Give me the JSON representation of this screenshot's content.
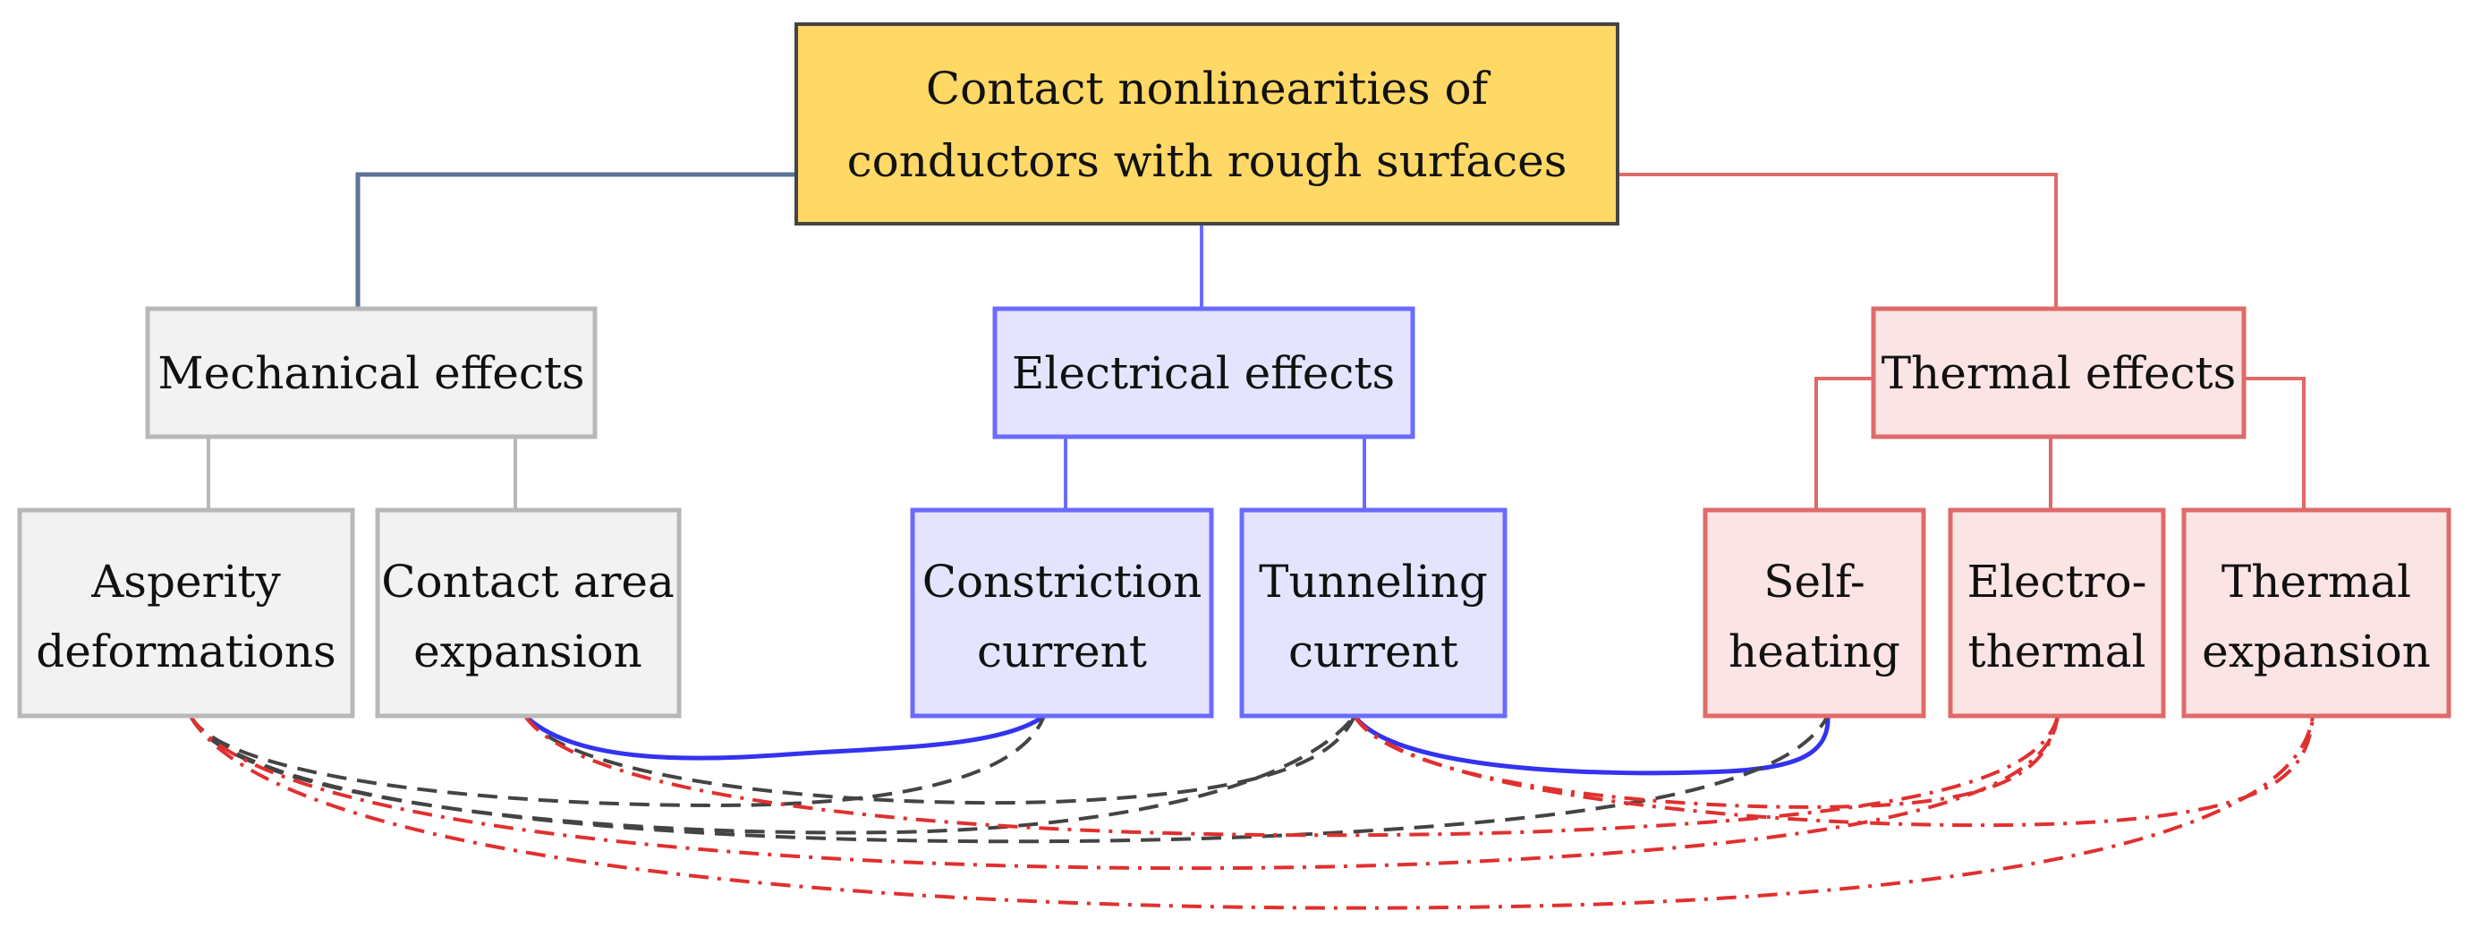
{
  "root": {
    "line1": "Contact nonlinearities of",
    "line2": "conductors with rough surfaces"
  },
  "categories": {
    "mechanical": "Mechanical effects",
    "electrical": "Electrical effects",
    "thermal": "Thermal effects"
  },
  "leaves": {
    "asperity": {
      "line1": "Asperity",
      "line2": "deformations"
    },
    "contact_area": {
      "line1": "Contact area",
      "line2": "expansion"
    },
    "constriction": {
      "line1": "Constriction",
      "line2": "current"
    },
    "tunneling": {
      "line1": "Tunneling",
      "line2": "current"
    },
    "self_heating": {
      "line1": "Self-",
      "line2": "heating"
    },
    "electro_thermal": {
      "line1": "Electro-",
      "line2": "thermal"
    },
    "thermal_expansion": {
      "line1": "Thermal",
      "line2": "expansion"
    }
  },
  "colors": {
    "root_fill": "#FFD866",
    "mechanical": "#B8B8B8",
    "electrical": "#6B6BFF",
    "thermal": "#E06A6A",
    "coupling_solid": "#3333F0",
    "coupling_dashed": "#444444",
    "coupling_dashdot": "#E03030"
  }
}
